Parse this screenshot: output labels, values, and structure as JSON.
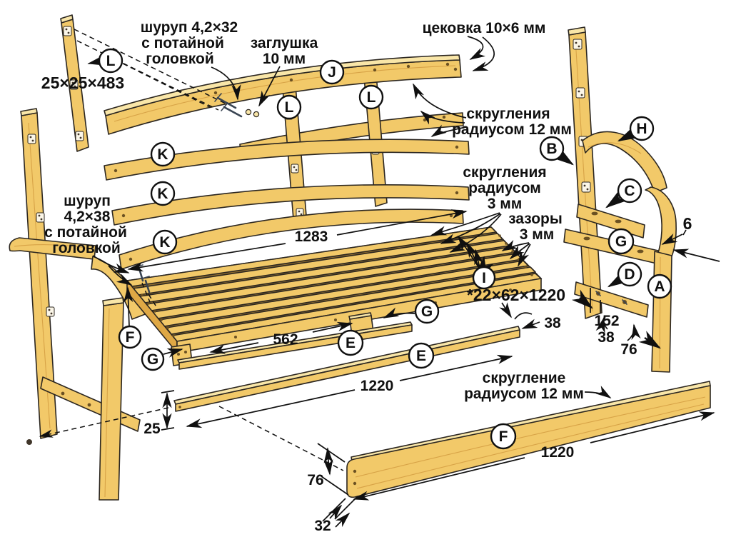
{
  "palette": {
    "wood": "#F2C969",
    "wood_light": "#F9E6A8",
    "wood_shade": "#DFA845",
    "wood_grain": "#C98F35",
    "outline": "#2b2620",
    "ink": "#101010",
    "paper": "#FFFFFF"
  },
  "notes": {
    "screw_4232": [
      "шуруп 4,2×32",
      "с потайной",
      "головкой"
    ],
    "plug": [
      "заглушка",
      "10 мм"
    ],
    "counterbore": [
      "цековка 10×6 мм"
    ],
    "fillet12_plural": [
      "скругления",
      "радиусом 12 мм"
    ],
    "fillet3": [
      "скругления",
      "радиусом",
      "3 мм"
    ],
    "gaps3": [
      "зазоры",
      "3 мм"
    ],
    "screw_4238": [
      "шуруп",
      "4,2×38",
      "с потайной",
      "головкой"
    ],
    "fillet12_single": [
      "скругление",
      "радиусом 12 мм"
    ]
  },
  "callouts": {
    "l_top": "L",
    "j": "J",
    "l1": "L",
    "l2": "L",
    "k1": "K",
    "k2": "K",
    "k3": "K",
    "h": "H",
    "b": "B",
    "c": "C",
    "g_right": "G",
    "d": "D",
    "a": "A",
    "i": "I",
    "f_seat": "F",
    "g_seat": "G",
    "g_mid": "G",
    "e1": "E",
    "e2": "E",
    "f_board": "F"
  },
  "dims": {
    "slat_l": "25×25×483",
    "back_length": "1283",
    "seat_slat": "*22×62×1220",
    "cleat_spacing": "562",
    "stretcher_length": "1220",
    "stretcher_offset": "25",
    "stretcher_end": "38",
    "apron_length": "1220",
    "apron_width": "76",
    "apron_thickness": "32",
    "reveal": "6",
    "side_152": "152",
    "side_38": "38",
    "side_76": "76"
  }
}
